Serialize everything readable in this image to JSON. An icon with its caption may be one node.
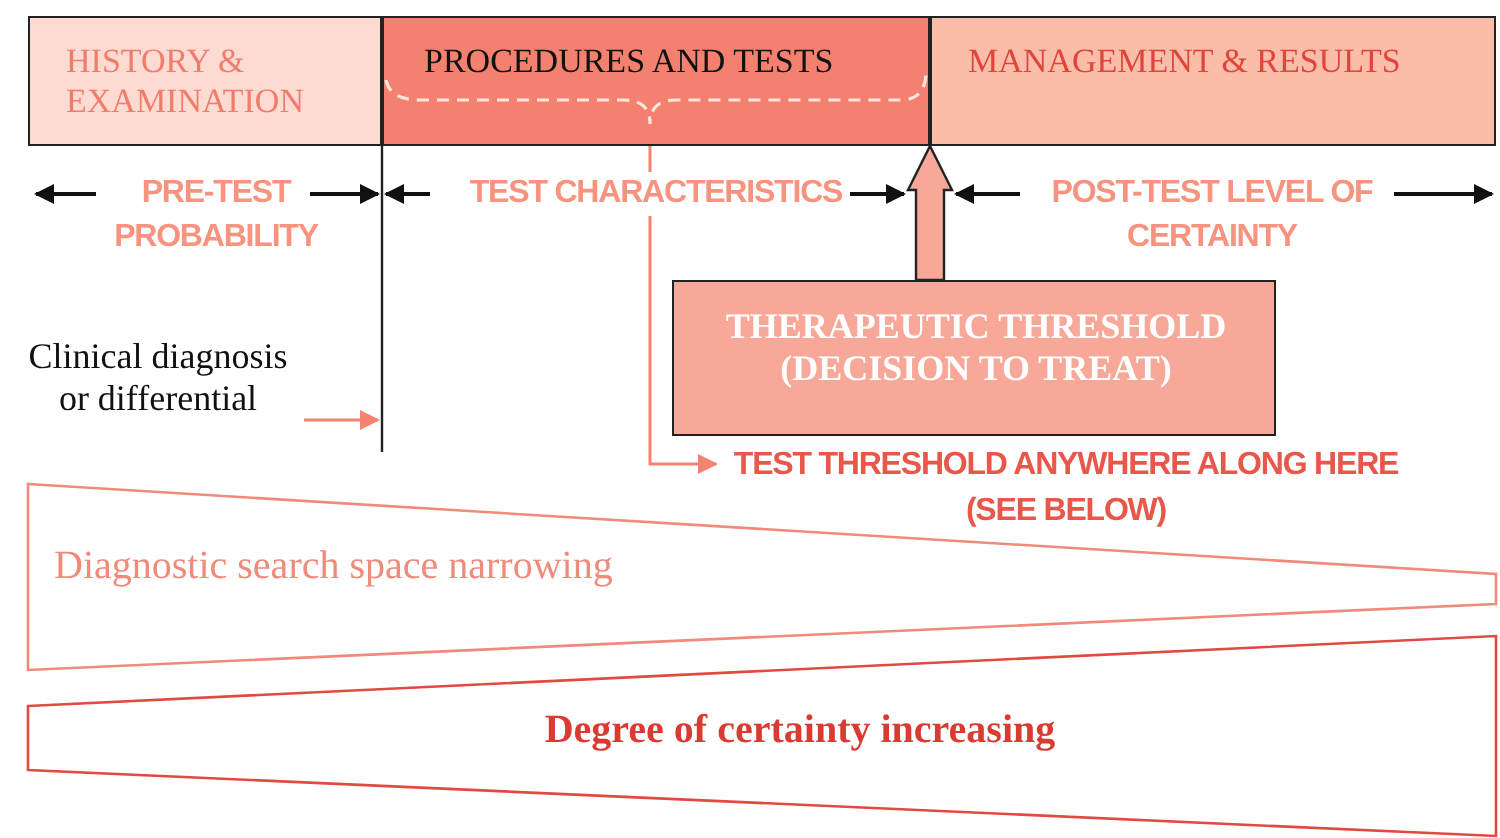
{
  "diagram": {
    "nodes": [
      {
        "text": [
          "HISTORY & EXAMINATION"
        ]
      },
      {
        "text": [
          "PROCEDURES AND TESTS"
        ]
      },
      {
        "text": [
          "MANAGEMENT & RESULTS"
        ]
      },
      {
        "text": [
          "THERAPEUTIC THRESHOLD (DECISION TO TREAT)"
        ]
      },
      {
        "text": [
          "Clinical diagnosis or differential"
        ]
      },
      {
        "text": [
          "TEST THRESHOLD ANYWHERE ALONG HERE (SEE BELOW)"
        ]
      },
      {
        "text": [
          "Diagnostic search space narrowing"
        ]
      },
      {
        "text": [
          "Degree of certainty increasing"
        ]
      }
    ],
    "edges": [
      {
        "from": 4,
        "to": null,
        "arrow": "to"
      },
      {
        "from": 1,
        "to": 5,
        "arrow": "to"
      },
      {
        "from": 3,
        "to": null,
        "arrow": "to",
        "style": "thick"
      }
    ],
    "labels": [
      "PRE-TEST PROBABILITY",
      "TEST CHARACTERISTICS",
      "POST-TEST LEVEL OF CERTAINTY"
    ]
  }
}
